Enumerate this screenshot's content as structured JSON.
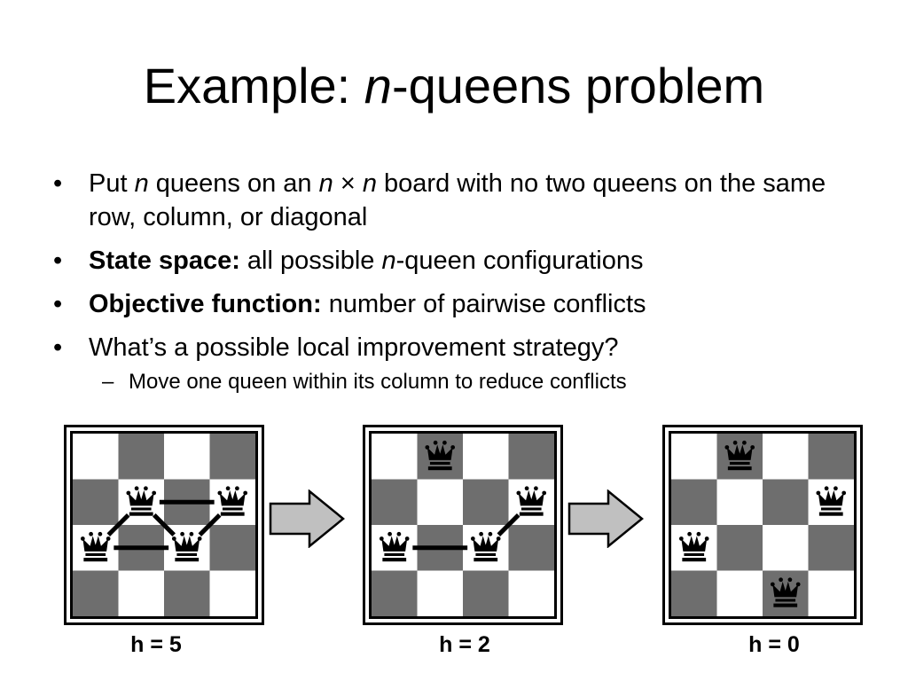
{
  "title": {
    "prefix": "Example: ",
    "italic": "n",
    "suffix": "-queens problem"
  },
  "bullets": [
    {
      "marker": "•",
      "segments": [
        {
          "t": "Put ",
          "s": "n"
        },
        {
          "t": "n",
          "s": "i"
        },
        {
          "t": " queens on an ",
          "s": "n"
        },
        {
          "t": "n",
          "s": "i"
        },
        {
          "t": " × ",
          "s": "n"
        },
        {
          "t": "n",
          "s": "i"
        },
        {
          "t": " board with no two queens on the same row, column, or diagonal",
          "s": "n"
        }
      ]
    },
    {
      "marker": "•",
      "segments": [
        {
          "t": "State space:",
          "s": "b"
        },
        {
          "t": " all possible ",
          "s": "n"
        },
        {
          "t": "n",
          "s": "i"
        },
        {
          "t": "-queen configurations",
          "s": "n"
        }
      ]
    },
    {
      "marker": "•",
      "segments": [
        {
          "t": "Objective function:",
          "s": "b"
        },
        {
          "t": " number of pairwise conflicts",
          "s": "n"
        }
      ]
    },
    {
      "marker": "•",
      "segments": [
        {
          "t": "What’s a possible local improvement strategy?",
          "s": "n"
        }
      ]
    }
  ],
  "sub_bullet": {
    "marker": "–",
    "text": "Move one queen within its column to reduce conflicts"
  },
  "boards": [
    {
      "label": "h = 5",
      "queens": [
        [
          0,
          2
        ],
        [
          1,
          1
        ],
        [
          2,
          2
        ],
        [
          3,
          1
        ]
      ],
      "conflicts": [
        [
          0,
          2
        ],
        [
          0,
          1
        ],
        [
          1,
          3
        ],
        [
          2,
          3
        ],
        [
          1,
          2
        ]
      ]
    },
    {
      "label": "h = 2",
      "queens": [
        [
          0,
          2
        ],
        [
          1,
          0
        ],
        [
          2,
          2
        ],
        [
          3,
          1
        ]
      ],
      "conflicts": [
        [
          0,
          2
        ],
        [
          2,
          3
        ]
      ]
    },
    {
      "label": "h = 0",
      "queens": [
        [
          0,
          2
        ],
        [
          1,
          0
        ],
        [
          2,
          3
        ],
        [
          3,
          1
        ]
      ],
      "conflicts": []
    }
  ],
  "colors": {
    "dark_square": "#6e6e6e",
    "light_square": "#ffffff",
    "arrow_fill": "#c0c0c0",
    "line": "#000000"
  }
}
